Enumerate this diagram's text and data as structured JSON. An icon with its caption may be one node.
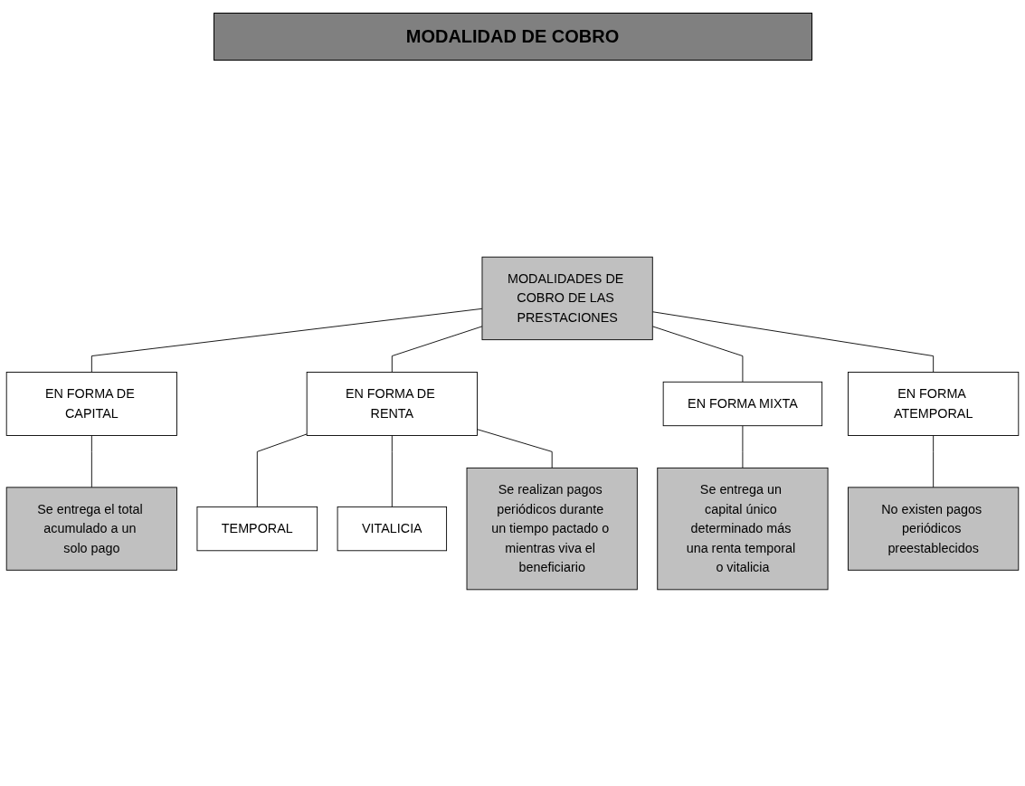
{
  "diagram": {
    "title": "MODALIDAD DE COBRO",
    "nodes": [
      {
        "text": [
          "MODALIDADES DE COBRO DE LAS PRESTACIONES"
        ]
      },
      {
        "text": [
          "EN FORMA DE CAPITAL"
        ]
      },
      {
        "text": [
          "EN FORMA DE RENTA"
        ]
      },
      {
        "text": [
          "EN FORMA MIXTA"
        ]
      },
      {
        "text": [
          "EN FORMA ATEMPORAL"
        ]
      },
      {
        "text": [
          "TEMPORAL"
        ]
      },
      {
        "text": [
          "VITALICIA"
        ]
      },
      {
        "text": [
          "Se entrega el total acumulado a un solo pago"
        ]
      },
      {
        "text": [
          "Se realizan pagos periódicos durante un tiempo pactado o mientras viva el beneficiario"
        ]
      },
      {
        "text": [
          "Se entrega un capital único determinado más una renta temporal o vitalicia"
        ]
      },
      {
        "text": [
          "No existen pagos periódicos preestablecidos"
        ]
      }
    ],
    "edges": [
      {
        "from": 0,
        "to": 1,
        "arrow": "none"
      },
      {
        "from": 0,
        "to": 2,
        "arrow": "none"
      },
      {
        "from": 0,
        "to": 3,
        "arrow": "none"
      },
      {
        "from": 0,
        "to": 4,
        "arrow": "none"
      },
      {
        "from": 2,
        "to": 5,
        "arrow": "none"
      },
      {
        "from": 2,
        "to": 6,
        "arrow": "none"
      },
      {
        "from": 1,
        "to": 7,
        "arrow": "none"
      },
      {
        "from": 2,
        "to": 8,
        "arrow": "none"
      },
      {
        "from": 3,
        "to": 9,
        "arrow": "none"
      },
      {
        "from": 4,
        "to": 10,
        "arrow": "none"
      }
    ]
  }
}
